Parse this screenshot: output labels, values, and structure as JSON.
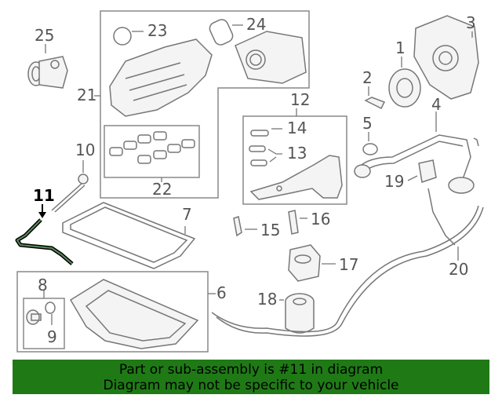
{
  "callouts": {
    "c1": "1",
    "c2": "2",
    "c3": "3",
    "c4": "4",
    "c5": "5",
    "c6": "6",
    "c7": "7",
    "c8": "8",
    "c9": "9",
    "c10": "10",
    "c11": "11",
    "c12": "12",
    "c13": "13",
    "c14": "14",
    "c15": "15",
    "c16": "16",
    "c17": "17",
    "c18": "18",
    "c19": "19",
    "c20": "20",
    "c21": "21",
    "c22": "22",
    "c23": "23",
    "c24": "24",
    "c25": "25"
  },
  "highlighted_part": "11",
  "banner": {
    "line1": "Part or sub-assembly is #11 in diagram",
    "line2": "Diagram may not be specific to your vehicle"
  },
  "colors": {
    "banner_bg": "#1f7a16",
    "line_art": "#777777",
    "highlight": "#000000"
  }
}
